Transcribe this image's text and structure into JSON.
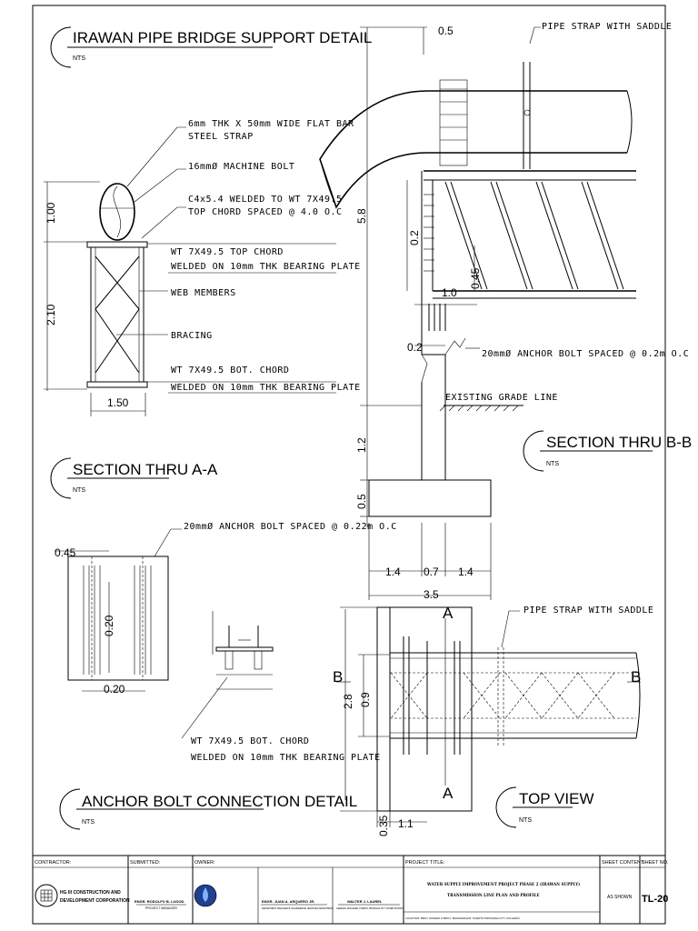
{
  "titles": {
    "pipe_bridge": "IRAWAN PIPE BRIDGE SUPPORT DETAIL",
    "section_aa": "SECTION THRU A-A",
    "section_bb": "SECTION THRU B-B",
    "anchor_bolt": "ANCHOR BOLT CONNECTION DETAIL",
    "top_view": "TOP VIEW",
    "nts": "NTS"
  },
  "callouts": {
    "flat_bar_1": "6mm THK X 50mm WIDE FLAT BAR",
    "flat_bar_2": "STEEL STRAP",
    "machine_bolt": "16mmØ MACHINE BOLT",
    "c4_1": "C4x5.4 WELDED TO WT 7X49.5",
    "c4_2": "TOP CHORD SPACED @ 4.0 O.C",
    "top_chord_1": "WT 7X49.5 TOP CHORD",
    "top_chord_2": "WELDED ON 10mm THK BEARING PLATE",
    "web_members": "WEB MEMBERS",
    "bracing": "BRACING",
    "bot_chord_1": "WT 7X49.5 BOT. CHORD",
    "bot_chord_2": "WELDED ON 10mm THK BEARING PLATE",
    "pipe_strap_1": "PIPE STRAP WITH SADDLE",
    "anchor_bb": "20mmØ ANCHOR BOLT SPACED @ 0.2m O.C",
    "existing_grade": "EXISTING GRADE LINE",
    "anchor_detail": "20mmØ ANCHOR BOLT SPACED @ 0.22m O.C",
    "pipe_strap_2": "PIPE STRAP WITH SADDLE",
    "bot_chord_3": "WT 7X49.5 BOT. CHORD",
    "bot_chord_4": "WELDED ON 10mm THK BEARING PLATE"
  },
  "dims": {
    "d_100": "1.00",
    "d_210": "2.10",
    "d_150": "1.50",
    "d_05_top": "0.5",
    "d_58": "5.8",
    "d_02a": "0.2",
    "d_045": "0.45",
    "d_10": "1.0",
    "d_02b": "0.2",
    "d_12": "1.2",
    "d_05_bot": "0.5",
    "d_14a": "1.4",
    "d_07": "0.7",
    "d_14b": "1.4",
    "d_35": "3.5",
    "d_045b": "0.45",
    "d_020v": "0.20",
    "d_020h": "0.20",
    "d_28": "2.8",
    "d_09": "0.9",
    "d_035": "0.35",
    "d_11": "1.1"
  },
  "markers": {
    "a_top": "A",
    "a_bot": "A",
    "b_left": "B",
    "b_right": "B"
  },
  "titleblock": {
    "contractor_h": "CONTRACTOR:",
    "submitted_h": "SUBMITTED:",
    "owner_h": "OWNER:",
    "project_h": "PROJECT TITLE:",
    "sheet_content_h": "SHEET CONTENT:",
    "sheet_no_h": "SHEET NO.",
    "contractor_1": "HG III CONSTRUCTION AND",
    "contractor_2": "DEVELOPMENT CORPORATION",
    "submitted_name": "ENGR. RODOLFO B. LUGOD",
    "submitted_role": "PROJECT MANAGER",
    "owner_name_1": "ENGR. JUAN A. ARQUERO JR.",
    "owner_role_1": "DEPARTMENT MANAGER B, ENGINEERING SERVICES DEPARTMENT",
    "owner_name_2": "WALTER J. LAUREL",
    "owner_role_2": "GENERAL MANAGER, PUERTO PRINCESA CITY WATER DISTRICT",
    "project_line_1": "WATER SUPPLY IMPROVEMENT PROJECT PHASE 2 (IRAWAN SUPPLY)",
    "project_line_2": "TRANSMISSION LINE PLAN AND PROFILE",
    "project_location": "LOCATION: BRGY. IRAWAN & BRGY. MANDARAGAT, PUERTO PRINCESA CITY, PALAWAN",
    "sheet_content": "AS SHOWN",
    "sheet_no": "TL-20"
  }
}
